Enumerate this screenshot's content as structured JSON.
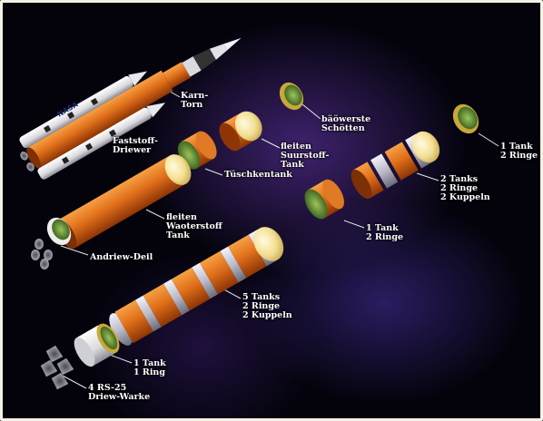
{
  "diagram": {
    "rocket_markings": {
      "logo_text": "NASA"
    },
    "labels": {
      "karn_torn": "Karn-\nTorn",
      "faststoff_driewer": "Faststoff-\nDriewer",
      "baeowerste_schoetten": "bäöwerste\nSchötten",
      "fleiten_suurstoff_tank": "fleiten\nSuurstoff-\nTank",
      "tueschkentank": "Tüschkentank",
      "fleiten_waoterstoff_tank": "fleiten\nWaoterstoff\nTank",
      "andriew_deil": "Andriew-Deil",
      "top_right_1tank_2ringe": "1 Tank\n2 Ringe",
      "tanks2_ringe2_kuppeln2": "2 Tanks\n2 Ringe\n2 Kuppeln",
      "mid_1tank_2ringe": "1 Tank\n2 Ringe",
      "tanks5_ringe2_kuppeln2": "5 Tanks\n2 Ringe\n2 Kuppeln",
      "bottom_1tank_1ring": "1 Tank\n1 Ring",
      "rs25_driew_warke": "4 RS-25\nDriew-Warke"
    },
    "colors": {
      "tank_orange": "#e0701a",
      "tank_orange_dark": "#9c3c08",
      "dome": "#f6e9a8",
      "ring_green": "#4f7f2a",
      "ring_gold": "#d8b838",
      "silver": "#c9c9d4",
      "label_text": "#ffffff",
      "background": "#04030c",
      "border": "#f4f0e4"
    }
  }
}
